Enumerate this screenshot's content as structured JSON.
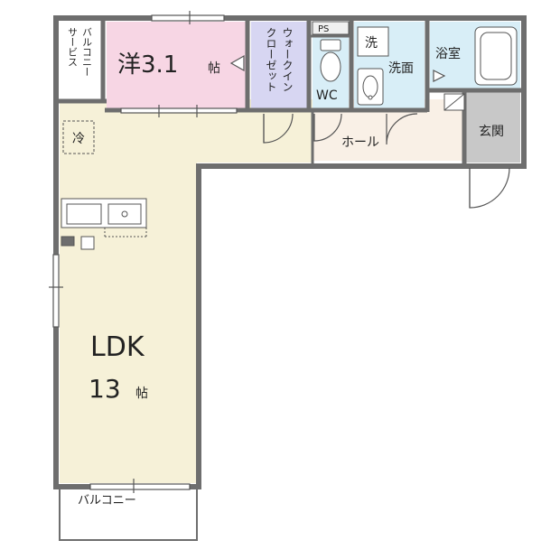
{
  "rooms": {
    "western": {
      "name": "洋3.1",
      "unit": "帖"
    },
    "ldk": {
      "name": "LDK",
      "size": "13",
      "unit": "帖"
    },
    "walk_in_closet": {
      "line1": "ウォークイン",
      "line2": "クローゼット"
    },
    "service_balcony": {
      "line1": "バルコニー",
      "line2": "サービス"
    },
    "ps": "PS",
    "washer": "洗",
    "washroom": "洗面",
    "bath": "浴室",
    "wc": "WC",
    "hall": "ホール",
    "entrance": "玄関",
    "fridge": "冷",
    "balcony": "バルコニー"
  },
  "colors": {
    "wall": "#6e6e6e",
    "ldk_floor": "#f6f1d8",
    "hall_floor": "#f9f0e6",
    "western_floor": "#f7d6e4",
    "closet_floor": "#d7d6f2",
    "wet_floor": "#d8eef7",
    "entrance_floor": "#c8c8c8"
  }
}
